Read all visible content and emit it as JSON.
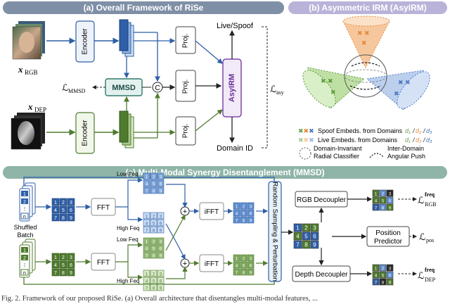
{
  "panels": {
    "a_title": "(a) Overall Framework of RiSe",
    "b_title": "(b) Asymmetric IRM (AsyIRM)",
    "c_title": "(c) Multi-Modal Synergy Disentanglement (MMSD)"
  },
  "panel_a": {
    "x_rgb": "x",
    "x_rgb_sub": "RGB",
    "x_dep": "x",
    "x_dep_sub": "DEP",
    "encoder_top": "Encoder",
    "encoder_bottom": "Encoder",
    "mmsd": "MMSD",
    "l_mmsd": "ℒ",
    "l_mmsd_sub": "MMSD",
    "concat": "C",
    "proj1": "Proj.",
    "proj2": "Proj.",
    "proj3": "Proj.",
    "asyirm": "AsyIRM",
    "live_spoof": "Live/Spoof",
    "domain_id": "Domain ID",
    "l_asy": "ℒ",
    "l_asy_sub": "asy"
  },
  "panel_b": {
    "legend_spoof": "Spoof Embeds. from Domains",
    "legend_live": "Live Embeds. from Domains",
    "d1": "d₁",
    "d2": "d₂",
    "d3": "d₃",
    "slash": "/",
    "legend_radial_1": "Domain-Invariant",
    "legend_radial_2": "Radial Classifier",
    "legend_push_1": "Inter-Domain",
    "legend_push_2": "Angular Push"
  },
  "panel_c": {
    "shuffled": "Shuffled",
    "batch": "Batch",
    "n": "n",
    "fft_top": "FFT",
    "fft_bottom": "FFT",
    "ifft_top": "iFFT",
    "ifft_bottom": "iFFT",
    "low_freq_top": "Low Feq",
    "high_freq_top": "High Feq",
    "low_freq_bottom": "Low Feq",
    "high_freq_bottom": "High Feq",
    "random_sampling": "Random Sampling & Perturbation",
    "rgb_decoupler": "RGB Decoupler",
    "position_predictor_1": "Position",
    "position_predictor_2": "Predictor",
    "depth_decoupler": "Depth Decoupler",
    "l_freq_rgb": "ℒ",
    "l_freq_rgb_sup": "freq",
    "l_freq_rgb_sub": "RGB",
    "l_pos": "ℒ",
    "l_pos_sub": "pos",
    "l_freq_dep": "ℒ",
    "l_freq_dep_sup": "freq",
    "l_freq_dep_sub": "DEP"
  },
  "caption": "Fig. 2. Framework of our proposed RiSe. (a) Overall architecture that disentangles multi-modal features, ..."
}
